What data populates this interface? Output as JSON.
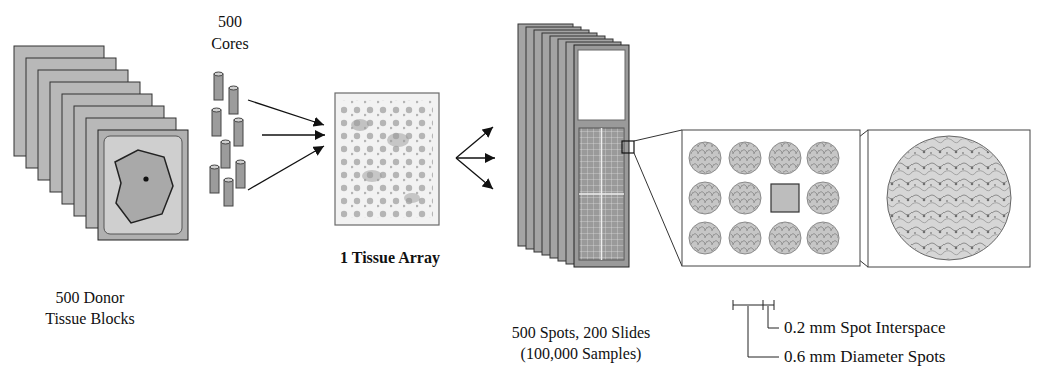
{
  "diagram": {
    "nodes": [
      {
        "text": [
          "500 Donor Tissue Blocks"
        ]
      },
      {
        "text": [
          "500 Cores"
        ]
      },
      {
        "text": [
          "1 Tissue Array"
        ]
      },
      {
        "text": [
          "500 Spots, 200 Slides (100,000 Samples)"
        ]
      }
    ],
    "edges": [
      {
        "from": 1,
        "to": 2,
        "arrow": "to"
      },
      {
        "from": 2,
        "to": 3,
        "arrow": "to"
      }
    ],
    "labels": [
      "0.2 mm Spot Interspace",
      "0.6 mm Diameter Spots"
    ]
  }
}
